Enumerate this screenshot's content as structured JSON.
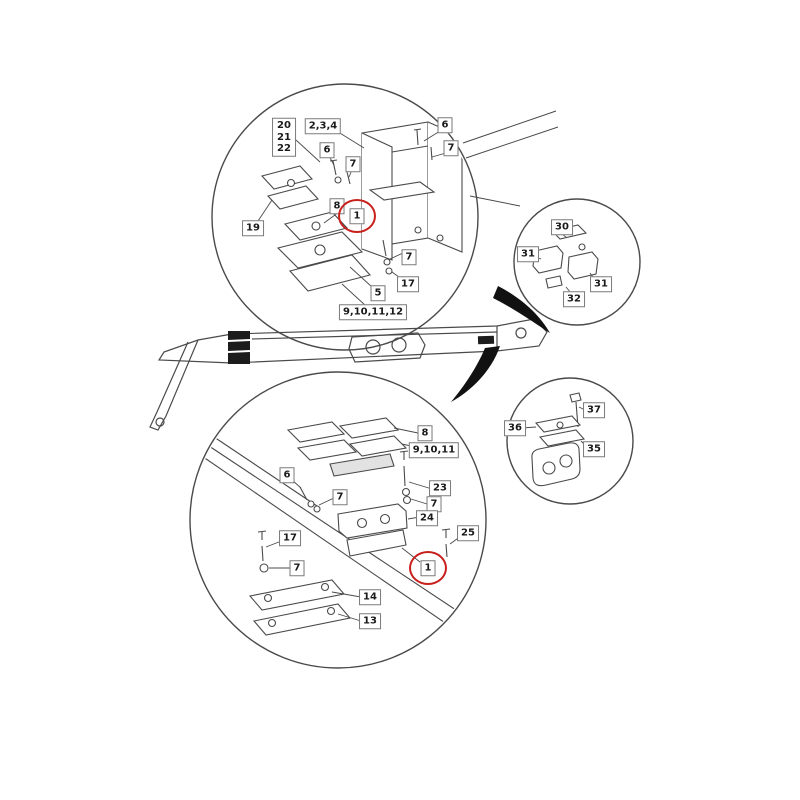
{
  "figure": {
    "highlight_color": "#c8201c",
    "line_color": "#4a4a4a",
    "highlighted_labels": [
      "1",
      "1"
    ]
  },
  "labels": {
    "l20": "20",
    "l21": "21",
    "l22": "22",
    "l234": "2,3,4",
    "l6ur": "6",
    "l7ur": "7",
    "l6ul": "6",
    "l7ul": "7",
    "l19": "19",
    "l8u": "8",
    "l1u": "1",
    "l7m": "7",
    "l17u": "17",
    "l5": "5",
    "l9to12": "9,10,11,12",
    "l30": "30",
    "l31a": "31",
    "l31b": "31",
    "l32": "32",
    "l37": "37",
    "l36": "36",
    "l35": "35",
    "l8l": "8",
    "l91011": "9,10,11",
    "l6l": "6",
    "l7la": "7",
    "l23": "23",
    "l7lb": "7",
    "l24": "24",
    "l17l": "17",
    "l7lc": "7",
    "l25": "25",
    "l1l": "1",
    "l14": "14",
    "l13": "13"
  }
}
